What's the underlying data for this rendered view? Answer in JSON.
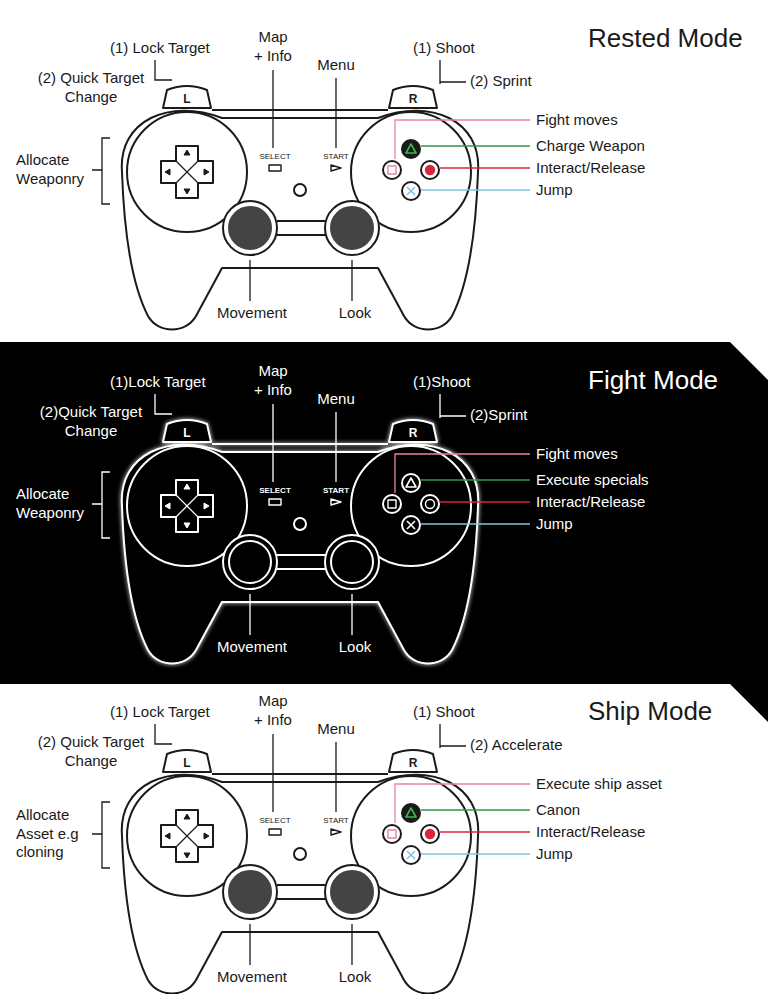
{
  "diagram": {
    "nodes": [
      {
        "text": [
          "Rested Mode"
        ]
      },
      {
        "text": [
          "Fight Mode"
        ]
      },
      {
        "text": [
          "Ship Mode"
        ]
      }
    ],
    "labels": [
      "(1) Lock Target",
      "(2) Quick Target Change",
      "Map + Info",
      "Menu",
      "(1) Shoot",
      "(2) Sprint",
      "Fight moves",
      "Charge Weapon",
      "Interact/Release",
      "Jump",
      "Allocate Weaponry",
      "Movement",
      "Look",
      "L",
      "R",
      "SELECT",
      "START",
      "(1)Lock Target",
      "(2)Quick Target Change",
      "Map + Info",
      "Menu",
      "(1)Shoot",
      "(2)Sprint",
      "Fight moves",
      "Execute specials",
      "Interact/Release",
      "Jump",
      "Allocate Weaponry",
      "Movement",
      "Look",
      "L",
      "R",
      "SELECT",
      "START",
      "(1) Lock Target",
      "(2) Quick Target Change",
      "Map + Info",
      "Menu",
      "(1) Shoot",
      "(2) Accelerate",
      "Execute ship asset",
      "Canon",
      "Interact/Release",
      "Jump",
      "Allocate Asset e.g cloning",
      "Movement",
      "Look",
      "L",
      "R",
      "SELECT",
      "START"
    ]
  }
}
